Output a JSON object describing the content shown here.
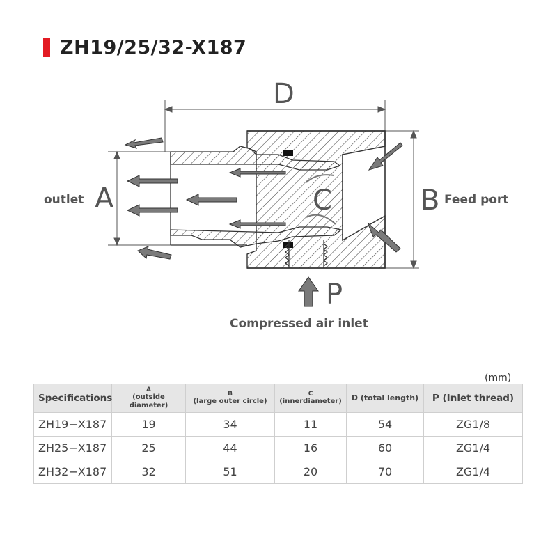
{
  "title": "ZH19/25/32-X187",
  "colors": {
    "accent": "#e31b23",
    "arrow": "#777777",
    "line": "#333333"
  },
  "diagram": {
    "dim_d": "D",
    "dim_a": "A",
    "dim_b": "B",
    "dim_c": "C",
    "dim_p": "P",
    "outlet_label": "outlet",
    "feed_label": "Feed port",
    "inlet_label": "Compressed air inlet"
  },
  "table": {
    "unit": "(mm)",
    "headers": {
      "spec": "Specifications",
      "a_top": "A",
      "a_sub": "(outside diameter)",
      "b_top": "B",
      "b_sub": "(large outer circle)",
      "c_top": "C",
      "c_sub": "(innerdiameter)",
      "d": "D (total length)",
      "p": "P (Inlet thread)"
    },
    "rows": [
      {
        "model": "ZH19−X187",
        "a": "19",
        "b": "34",
        "c": "11",
        "d": "54",
        "p": "ZG1/8"
      },
      {
        "model": "ZH25−X187",
        "a": "25",
        "b": "44",
        "c": "16",
        "d": "60",
        "p": "ZG1/4"
      },
      {
        "model": "ZH32−X187",
        "a": "32",
        "b": "51",
        "c": "20",
        "d": "70",
        "p": "ZG1/4"
      }
    ]
  }
}
